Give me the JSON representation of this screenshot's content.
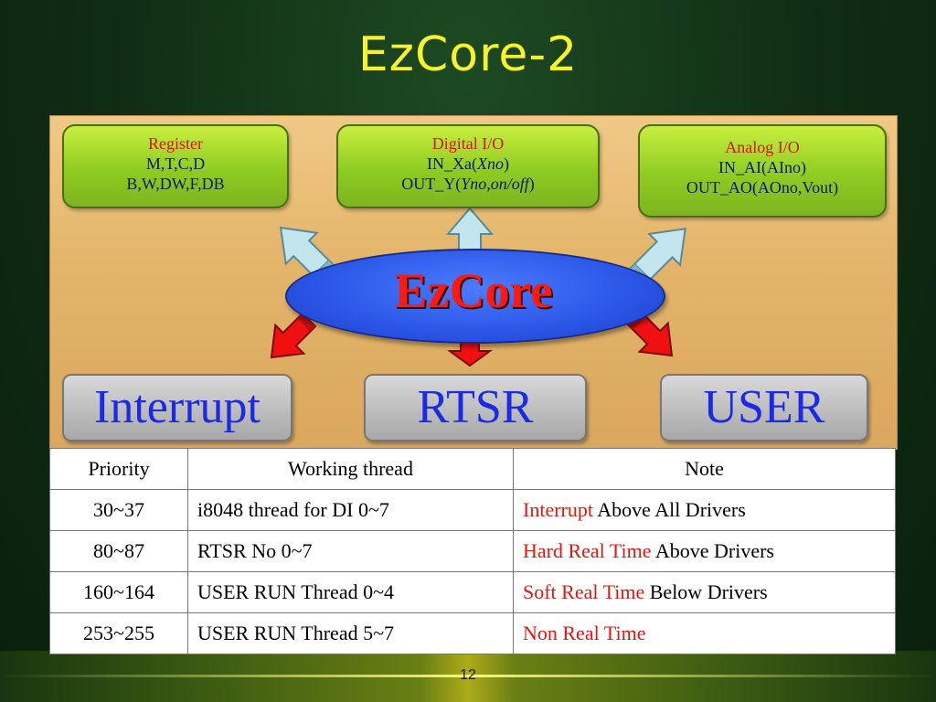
{
  "slide": {
    "title": "EzCore-2",
    "page_number": "12"
  },
  "diagram": {
    "register_box": {
      "head": "Register",
      "line1": "M,T,C,D",
      "line2": "B,W,DW,F,DB"
    },
    "digital_box": {
      "head": "Digital I/O",
      "line1_prefix": "IN_Xa(",
      "line1_italic": "Xno",
      "line1_suffix": ")",
      "line2_prefix": "OUT_Y(",
      "line2_italic": "Yno,on/off",
      "line2_suffix": ")"
    },
    "analog_box": {
      "head": "Analog I/O",
      "line1": "IN_AI(AIno)",
      "line2": "OUT_AO(AOno,Vout)"
    },
    "center": "EzCore",
    "outputs": [
      "Interrupt",
      "RTSR",
      "USER"
    ],
    "colors": {
      "up_arrow": "#bfe6ee",
      "down_arrow": "#f20d0d",
      "ellipse": "#2a55e6",
      "panel": "#e3b46a"
    }
  },
  "table": {
    "headers": [
      "Priority",
      "Working thread",
      "Note"
    ],
    "rows": [
      {
        "priority": "30~37",
        "thread": "i8048  thread for DI  0~7",
        "note_red": "Interrupt",
        "note_rest": " Above All Drivers"
      },
      {
        "priority": "80~87",
        "thread": "RTSR No 0~7",
        "note_red": "Hard Real Time",
        "note_rest": " Above Drivers"
      },
      {
        "priority": "160~164",
        "thread": "USER  RUN Thread 0~4",
        "note_red": "Soft Real Time",
        "note_rest": " Below Drivers"
      },
      {
        "priority": "253~255",
        "thread": "USER  RUN Thread 5~7",
        "note_red": "Non Real Time",
        "note_rest": ""
      }
    ]
  }
}
